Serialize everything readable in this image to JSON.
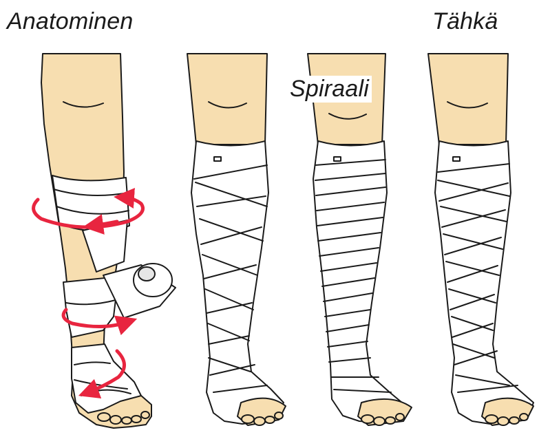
{
  "labels": {
    "anatomical": "Anatominen",
    "spiral": "Spiraali",
    "spica": "Tähkä"
  },
  "icons": [
    "rotation-arrow-icon"
  ],
  "colors": {
    "skin": "#f7deb0",
    "outline": "#1a1a1a",
    "bandage": "#ffffff",
    "arrow": "#e8253f"
  }
}
